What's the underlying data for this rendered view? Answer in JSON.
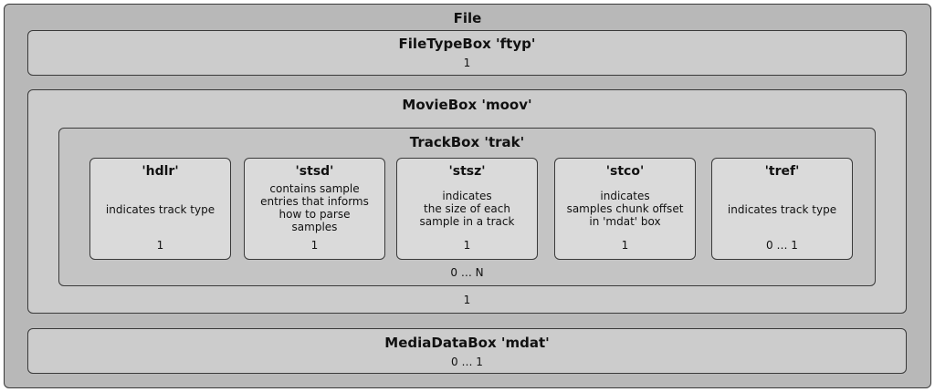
{
  "file": {
    "title": "File"
  },
  "ftyp": {
    "title": "FileTypeBox  'ftyp'",
    "count": "1"
  },
  "moov": {
    "title": "MovieBox 'moov'",
    "count": "1",
    "trak": {
      "title": "TrackBox 'trak'",
      "count": "0 … N",
      "children": [
        {
          "name": "'hdlr'",
          "desc": "indicates track type",
          "count": "1"
        },
        {
          "name": "'stsd'",
          "desc": "contains sample\nentries that informs\nhow to parse\nsamples",
          "count": "1"
        },
        {
          "name": "'stsz'",
          "desc": "indicates\nthe size of each\nsample in a track",
          "count": "1"
        },
        {
          "name": "'stco'",
          "desc": "indicates\nsamples chunk offset\nin 'mdat' box",
          "count": "1"
        },
        {
          "name": "'tref'",
          "desc": "indicates track type",
          "count": "0 … 1"
        }
      ]
    }
  },
  "mdat": {
    "title": "MediaDataBox 'mdat'",
    "count": "0 … 1"
  },
  "colors": {
    "outer": "#b8b8b8",
    "inner": "#cccccc",
    "card": "#dadada",
    "border": "#3a3a3a"
  }
}
